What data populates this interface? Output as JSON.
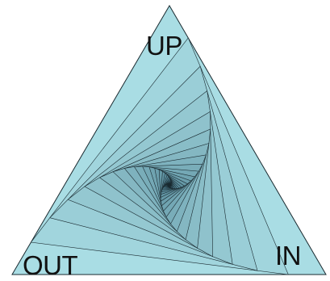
{
  "labels": {
    "up": "UP",
    "in": "IN",
    "out": "OUT"
  },
  "colors": {
    "outer_fill": "#a9dde4",
    "inner_fill": "#0a3c55",
    "stroke": "#1a2a30"
  }
}
